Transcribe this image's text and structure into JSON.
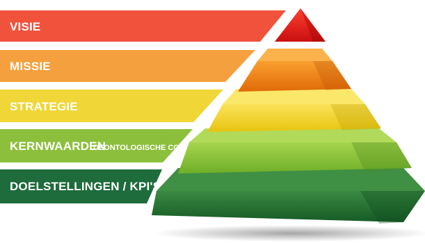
{
  "levels": [
    {
      "label": "VISIE",
      "sub": "",
      "color": "#f0523c"
    },
    {
      "label": "MISSIE",
      "sub": "",
      "color": "#f5a03e"
    },
    {
      "label": "STRATEGIE",
      "sub": "",
      "color": "#f0d636"
    },
    {
      "label": "KERNWAARDEN",
      "sub": "DEONTOLOGISCHE CODE",
      "color": "#8cbf3c"
    },
    {
      "label": "DOELSTELLINGEN / KPI'S",
      "sub": "",
      "color": "#1e6b3c"
    }
  ],
  "pyramid_colors": {
    "tier1": "#e42a1e",
    "tier2": "#f08a18",
    "tier3": "#f4d22a",
    "tier4": "#8fc43a",
    "tier5": "#2e7a3a"
  }
}
